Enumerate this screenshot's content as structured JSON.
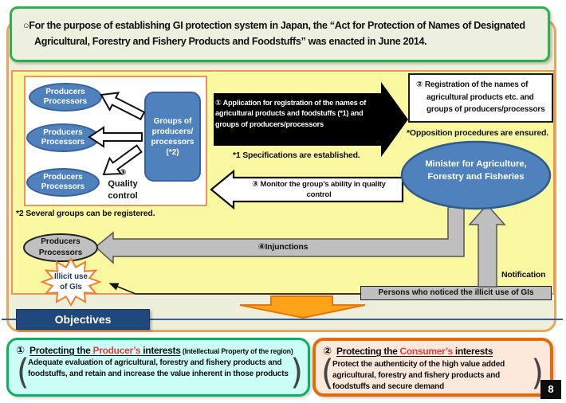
{
  "title": "○For the purpose of establishing GI protection system in Japan, the “Act for Protection of Names of Designated Agricultural, Forestry and Fishery Products and Foodstuffs”  was enacted in June 2014.",
  "colors": {
    "accent_blue": "#4F81BD",
    "dark_blue_banner": "#1F497D",
    "diagram_yellow": "#FBF8A2",
    "orange_border": "#E8975C",
    "green_title_border": "#2AB24B",
    "gray_shape": "#C0C0C0",
    "red_emphasis": "#E03C3C",
    "producer_box_bg": "#CCFEF8",
    "producer_box_border": "#0EAF60",
    "consumer_box_bg": "#FCE9DB",
    "consumer_box_border": "#E36C0A"
  },
  "flow": {
    "producer_ellipse_label": "Producers\nProcessors",
    "groups_box_label": "Groups of\nproducers/\nprocessors\n(*2)",
    "quality_label": "③\nQuality\ncontrol",
    "note_groups": "*2  Several groups can be registered.",
    "application_arrow": "①  Application for registration of the names of agricultural  products  and foodstuffs (*1) and groups of producers/processors",
    "note_specifications": "*1   Specifications are established.",
    "registration_box": {
      "line1": "② Registration of the names of",
      "line2": "agricultural products etc. and",
      "line3": "groups of producers/processors"
    },
    "note_opposition": "*Opposition procedures are ensured.",
    "minister": "Minister for Agriculture,\nForestry and Fisheries",
    "monitor_arrow": "③   Monitor the group’s ability in quality\ncontrol",
    "injunctions_label": "④Injunctions",
    "illicit_star": "Illicit use\nof GIs",
    "notification_label": "Notification",
    "persons_box": "Persons who noticed the illicit use of GIs"
  },
  "objectives": {
    "banner": "Objectives",
    "producer": {
      "num": "①",
      "heading_prefix": "Protecting the ",
      "heading_red": "Producer’s",
      "heading_suffix": " interests",
      "heading_note": " (Intellectual Property of the region)",
      "body": "Adequate evaluation of agricultural, forestry and fishery products and foodstuffs, and retain and increase the value inherent in those products",
      "bracket_left": "(",
      "bracket_right": ")"
    },
    "consumer": {
      "num": "②",
      "heading_prefix": "Protecting the ",
      "heading_red": "Consumer’s",
      "heading_suffix": " interests",
      "body": "Protect the authenticity of the high value added agricultural, forestry and fishery products and foodstuffs and secure demand",
      "bracket_left": "(",
      "bracket_right": ")"
    }
  },
  "page_number": "8"
}
